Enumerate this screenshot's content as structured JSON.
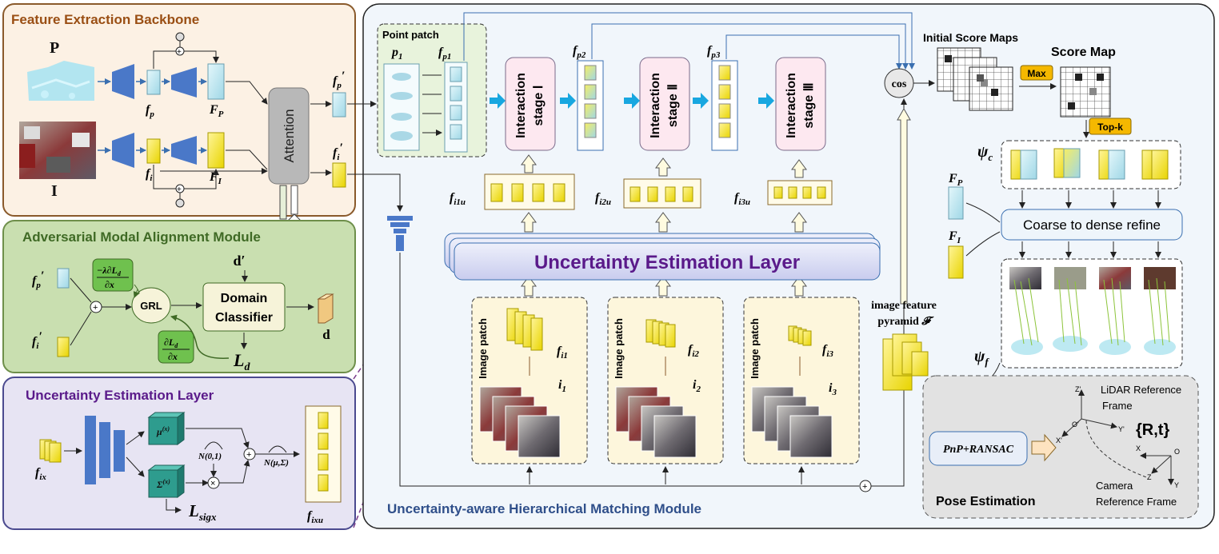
{
  "panels": {
    "backbone": "Feature Extraction Backbone",
    "adversarial": "Adversarial Modal Alignment Module",
    "uncertainty_inset": "Uncertainty Estimation Layer",
    "hierarchical": "Uncertainty-aware Hierarchical Matching Module",
    "pose": "Pose Estimation"
  },
  "backbone": {
    "p_label": "P",
    "i_label": "I",
    "fp": "f",
    "fp_sub": "p",
    "FP": "F",
    "FP_sub": "P",
    "fi": "f",
    "fi_sub": "i",
    "FI": "F",
    "FI_sub": "I",
    "attention": "Attention",
    "fp_prime": "f",
    "fp_prime_sub": "p",
    "fi_prime": "f",
    "fi_prime_sub": "i",
    "prime": "′"
  },
  "adversarial": {
    "fp_prime": "f",
    "fp_prime_sub": "p",
    "fi_prime": "f",
    "fi_prime_sub": "i",
    "prime": "′",
    "grad_top_num": "−λ∂L",
    "grad_top_num_sub": "d",
    "grad_top_den": "∂x",
    "grad_bot_num": "∂L",
    "grad_bot_num_sub": "d",
    "grad_bot_den": "∂x",
    "grl": "GRL",
    "d_prime": "d′",
    "domain_classifier_1": "Domain",
    "domain_classifier_2": "Classifier",
    "d": "d",
    "Ld": "L",
    "Ld_sub": "d"
  },
  "uncertainty_inset": {
    "fix": "f",
    "fix_sub": "ix",
    "mu": "μ",
    "mu_sup": "(x)",
    "sigma": "Σ",
    "sigma_sup": "(x)",
    "normal": "N(0,1)",
    "normal_mu_sigma": "N(μ,Σ)",
    "Lsigx": "L",
    "Lsigx_sub": "sigx",
    "fixu": "f",
    "fixu_sub": "ixu",
    "plus": "+",
    "times": "×"
  },
  "hierarchical": {
    "point_patch": "Point patch",
    "p1": "p",
    "p1_sub": "1",
    "fp1": "f",
    "fp1_sub": "p1",
    "fp2": "f",
    "fp2_sub": "p2",
    "fp3": "f",
    "fp3_sub": "p3",
    "stage1_a": "Interaction",
    "stage1_b": "stage Ⅰ",
    "stage2_a": "Interaction",
    "stage2_b": "stage Ⅱ",
    "stage3_a": "Interaction",
    "stage3_b": "stage Ⅲ",
    "fi1u": "f",
    "fi1u_sub": "i1u",
    "fi2u": "f",
    "fi2u_sub": "i2u",
    "fi3u": "f",
    "fi3u_sub": "i3u",
    "uel": "Uncertainty Estimation Layer",
    "image_patch": "Image patch",
    "fi1": "f",
    "fi1_sub": "i1",
    "fi2": "f",
    "fi2_sub": "i2",
    "fi3": "f",
    "fi3_sub": "i3",
    "i1": "i",
    "i1_sub": "1",
    "i2": "i",
    "i2_sub": "2",
    "i3": "i",
    "i3_sub": "3",
    "pyramid_1": "image feature",
    "pyramid_2": "pyramid",
    "pyramid_sym": "𝓕",
    "cos": "cos",
    "plus": "+"
  },
  "matching": {
    "initial_score_maps": "Initial Score Maps",
    "score_map": "Score Map",
    "max": "Max",
    "topk": "Top-k",
    "psi_c": "ψ",
    "psi_c_sub": "c",
    "psi_f": "ψ",
    "psi_f_sub": "f",
    "FP": "F",
    "FP_sub": "P",
    "FI": "F",
    "FI_sub": "I",
    "refine": "Coarse to dense refine"
  },
  "pose": {
    "pnp": "PnP+RANSAC",
    "lidar_1": "LiDAR Reference",
    "lidar_2": "Frame",
    "rt": "{R,t}",
    "camera_1": "Camera",
    "camera_2": "Reference Frame",
    "zp": "Z'",
    "op": "O'",
    "yp": "Y'",
    "xp": "X'",
    "x": "X",
    "o": "O",
    "z": "Z",
    "y": "Y"
  },
  "colors": {
    "backbone_bg": "#fcf1e4",
    "backbone_border": "#8a5a2b",
    "backbone_title": "#9a4f14",
    "adv_bg": "#c9dfb0",
    "adv_border": "#6e8f4a",
    "adv_title": "#3f6a25",
    "unc_bg": "#e7e4f3",
    "unc_border": "#4b4a8f",
    "unc_title": "#5a1a8a",
    "main_bg": "#f1f6fb",
    "yellow": "#f7e600",
    "cyan": "#bde9f2",
    "blue": "#4a78c8",
    "arrow_blue": "#18a7e0",
    "orange": "#f5b800",
    "stage_bg": "#fde8f0"
  }
}
